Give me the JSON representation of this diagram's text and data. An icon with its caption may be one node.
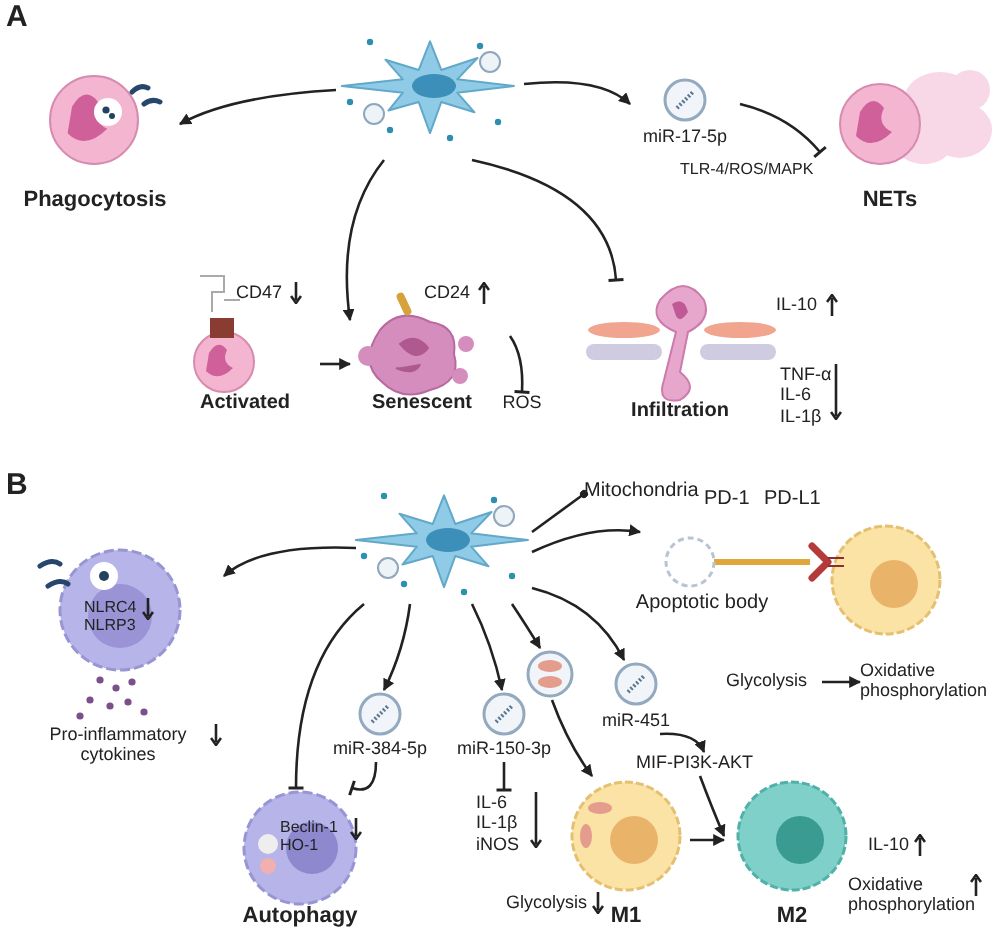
{
  "diagram": {
    "nodes": [
      {
        "text": [],
        "shape": "picture"
      },
      {
        "text": [
          "Phagocytosis"
        ]
      },
      {
        "text": [
          "miR-17-5p"
        ]
      },
      {
        "text": [
          "NETs"
        ]
      },
      {
        "text": [
          "CD47",
          "Activated"
        ]
      },
      {
        "text": [
          "CD24",
          "Senescent"
        ]
      },
      {
        "text": [
          "IL-10",
          "Infiltration",
          "TNF-α IL-6 IL-1β"
        ]
      },
      {
        "text": [
          "ROS"
        ]
      },
      {
        "text": [],
        "shape": "picture"
      },
      {
        "text": [
          "Mitochondria"
        ]
      },
      {
        "text": [
          "NLRC4 NLRP3",
          "Pro-inflammatory cytokines"
        ]
      },
      {
        "text": [
          "miR-384-5p"
        ]
      },
      {
        "text": [
          "miR-150-3p"
        ]
      },
      {
        "text": [],
        "shape": "picture"
      },
      {
        "text": [
          "miR-451"
        ]
      },
      {
        "text": [
          "Beclin-1 HO-1",
          "Autophagy"
        ]
      },
      {
        "text": [
          "IL-6 IL-1β iNOS"
        ]
      },
      {
        "text": [
          "M1"
        ],
        "beside": [
          "Glycolysis"
        ]
      },
      {
        "text": [
          "MIF-PI3K-AKT"
        ]
      },
      {
        "text": [
          "M2"
        ],
        "beside": [
          "IL-10",
          "Oxidative phosphorylation"
        ]
      },
      {
        "text": [
          "Apoptotic body"
        ]
      },
      {
        "text": [],
        "shape": "picture",
        "beside": [
          "PD-1",
          "PD-L1"
        ]
      },
      {
        "text": [
          "Glycolysis"
        ]
      },
      {
        "text": [
          "Oxidative phosphorylation"
        ]
      }
    ],
    "edges": [
      {
        "from": 0,
        "to": 1,
        "arrow": "to"
      },
      {
        "from": 0,
        "to": 2,
        "arrow": "to"
      },
      {
        "from": 2,
        "to": 3,
        "arrow": "other"
      },
      {
        "from": 0,
        "to": 5,
        "arrow": "to"
      },
      {
        "from": 4,
        "to": 5,
        "arrow": "to"
      },
      {
        "from": 0,
        "to": 6,
        "arrow": "other"
      },
      {
        "from": 5,
        "to": 7,
        "arrow": "other"
      },
      {
        "from": 8,
        "to": 9,
        "arrow": "other"
      },
      {
        "from": 8,
        "to": 10,
        "arrow": "to"
      },
      {
        "from": 8,
        "to": 11,
        "arrow": "to"
      },
      {
        "from": 8,
        "to": 12,
        "arrow": "to"
      },
      {
        "from": 8,
        "to": 13,
        "arrow": "to"
      },
      {
        "from": 8,
        "to": 14,
        "arrow": "to"
      },
      {
        "from": 8,
        "to": 20,
        "arrow": "to"
      },
      {
        "from": 8,
        "to": 15,
        "arrow": "other"
      },
      {
        "from": 11,
        "to": 15,
        "arrow": "other"
      },
      {
        "from": 12,
        "to": 16,
        "arrow": "other"
      },
      {
        "from": 13,
        "to": 17,
        "arrow": "to"
      },
      {
        "from": 14,
        "to": 18,
        "arrow": "to"
      },
      {
        "from": 18,
        "to": 19,
        "arrow": "to"
      },
      {
        "from": 17,
        "to": 19,
        "arrow": "to"
      },
      {
        "from": 20,
        "to": 21,
        "arrow": "none",
        "style": "thick",
        "color": "#e0a83a"
      },
      {
        "from": 22,
        "to": 23,
        "arrow": "to"
      }
    ],
    "labels": [
      "A",
      "TLR-4/ROS/MAPK",
      "B"
    ]
  }
}
